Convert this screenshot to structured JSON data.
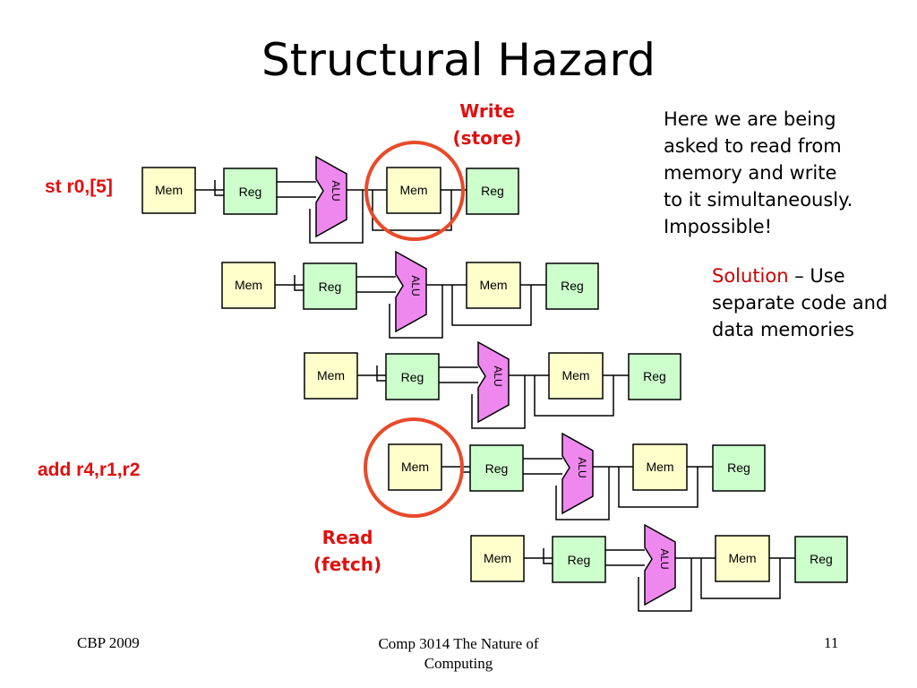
{
  "slide": {
    "title": "Structural Hazard",
    "footer_left": "CBP 2009",
    "footer_center_line1": "Comp 3014 The Nature of",
    "footer_center_line2": "Computing",
    "page_number": "11"
  },
  "notes": {
    "problem_line1": "Here we are being",
    "problem_line2": "asked to read from",
    "problem_line3": "memory and write",
    "problem_line4": "to it simultaneously.",
    "problem_line5": "Impossible!",
    "solution_label": "Solution",
    "solution_line1_rest": " – Use",
    "solution_line2": "separate code and",
    "solution_line3": "data memories"
  },
  "instructions": {
    "store": "st r0,[5]",
    "add": "add r4,r1,r2"
  },
  "callouts": {
    "write_line1": "Write",
    "write_line2": "(store)",
    "read_line1": "Read",
    "read_line2": "(fetch)"
  },
  "stage_labels": {
    "mem": "Mem",
    "reg": "Reg",
    "alu": "ALU"
  },
  "colors": {
    "mem_fill": "#ffffcc",
    "reg_fill": "#ccffcc",
    "alu_fill": "#ee88ee",
    "highlight": "#e84a2a",
    "accent_text": "#e01010"
  }
}
